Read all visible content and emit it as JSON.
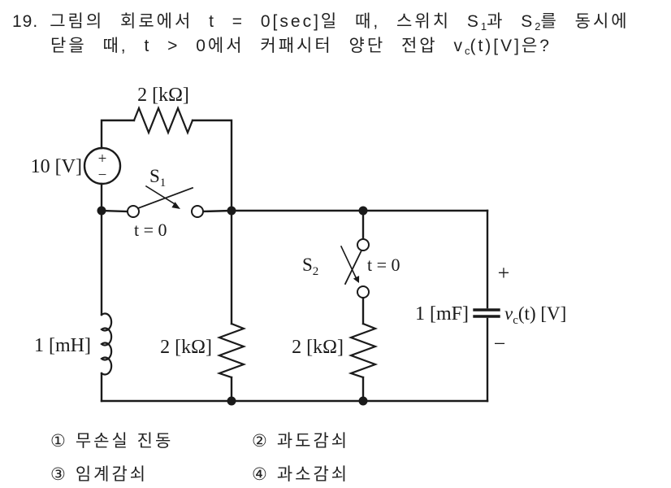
{
  "question": {
    "number": "19.",
    "line1_a": "그림의 회로에서 t = 0[sec]일 때, 스위치 S",
    "line1_sub1": "1",
    "line1_b": "과 S",
    "line1_sub2": "2",
    "line1_c": "를 동시에",
    "line2_a": "닫을 때, t > 0에서 커패시터 양단 전압 v",
    "line2_sub": "c",
    "line2_b": "(t)[V]은?"
  },
  "circuit": {
    "resistor_top": "2 [kΩ]",
    "source_label": "10 [V]",
    "source_plus": "+",
    "source_minus": "−",
    "switch1_main": "S",
    "switch1_sub": "1",
    "switch1_time": "t = 0",
    "inductor": "1 [mH]",
    "resistor_mid": "2 [kΩ]",
    "switch2_main": "S",
    "switch2_sub": "2",
    "switch2_time": "t = 0",
    "resistor_right": "2 [kΩ]",
    "capacitor": "1 [mF]",
    "cap_plus": "+",
    "cap_minus": "−",
    "vc_main": "v",
    "vc_sub": "c",
    "vc_rest": "(t) [V]"
  },
  "choices": [
    {
      "num": "①",
      "label": "무손실 진동"
    },
    {
      "num": "②",
      "label": "과도감쇠"
    },
    {
      "num": "③",
      "label": "임계감쇠"
    },
    {
      "num": "④",
      "label": "과소감쇠"
    }
  ],
  "colors": {
    "ink": "#1a1a1a",
    "background": "#ffffff"
  }
}
